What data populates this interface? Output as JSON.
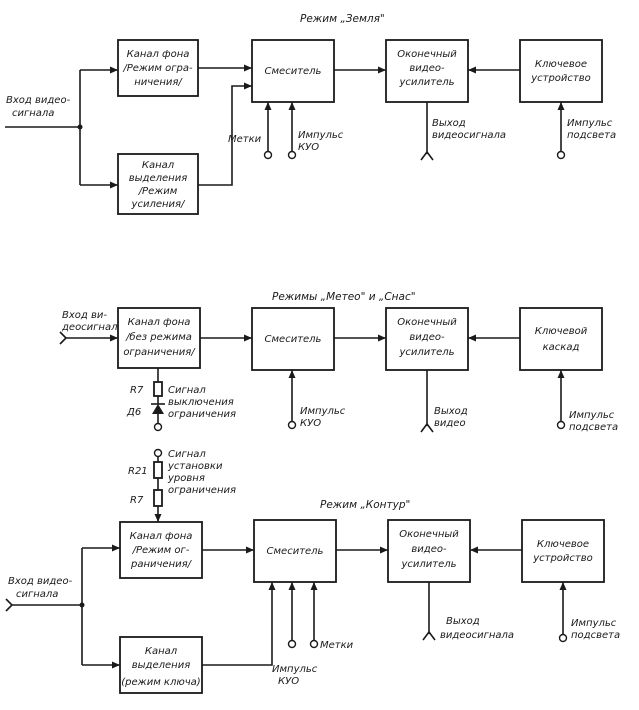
{
  "diagram1": {
    "title": "Режим „Земля\"",
    "input_label": [
      "Вход видео-",
      "сигнала"
    ],
    "bg_channel": [
      "Канал фона",
      "/Режим огра-",
      "ничения/"
    ],
    "sel_channel": [
      "Канал",
      "выделения",
      "/Режим",
      "усиления/"
    ],
    "mixer": "Смеситель",
    "amp": [
      "Оконечный",
      "видео-",
      "усилитель"
    ],
    "key": [
      "Ключевое",
      "устройство"
    ],
    "marks": "Метки",
    "kyd_pulse": [
      "Импульс",
      "КУО"
    ],
    "output": [
      "Выход",
      "видеосигнала"
    ],
    "light_pulse": [
      "Импульс",
      "подсвета"
    ]
  },
  "diagram2": {
    "title": "Режимы „Метео\" и „Снас\"",
    "input_label": [
      "Вход ви-",
      "деосигнала"
    ],
    "bg_channel": [
      "Канал фона",
      "/без режима",
      "ограничения/"
    ],
    "mixer": "Смеситель",
    "amp": [
      "Оконечный",
      "видео-",
      "усилитель"
    ],
    "key": [
      "Ключевой",
      "каскад"
    ],
    "r7": "R7",
    "d6": "Д6",
    "off_signal": [
      "Сигнал",
      "выключения",
      "ограничения"
    ],
    "kyd_pulse": [
      "Импульс",
      "КУО"
    ],
    "output": [
      "Выход",
      "видео"
    ],
    "light_pulse": [
      "Импульс",
      "подсвета"
    ],
    "r21": "R21",
    "r7b": "R7",
    "level_signal": [
      "Сигнал",
      "установки",
      "уровня",
      "ограничения"
    ]
  },
  "diagram3": {
    "title": "Режим „Контур\"",
    "input_label": [
      "Вход видео-",
      "сигнала"
    ],
    "bg_channel": [
      "Канал фона",
      "/Режим ог-",
      "раничения/"
    ],
    "sel_channel": [
      "Канал",
      "выделения",
      "(режим ключа)"
    ],
    "mixer": "Смеситель",
    "amp": [
      "Оконечный",
      "видео-",
      "усилитель"
    ],
    "key": [
      "Ключевое",
      "устройство"
    ],
    "marks": "Метки",
    "kyd_pulse": [
      "Импульс",
      "КУО"
    ],
    "output": [
      "Выход",
      "видеосигнала"
    ],
    "light_pulse": [
      "Импульс",
      "подсвета"
    ]
  }
}
